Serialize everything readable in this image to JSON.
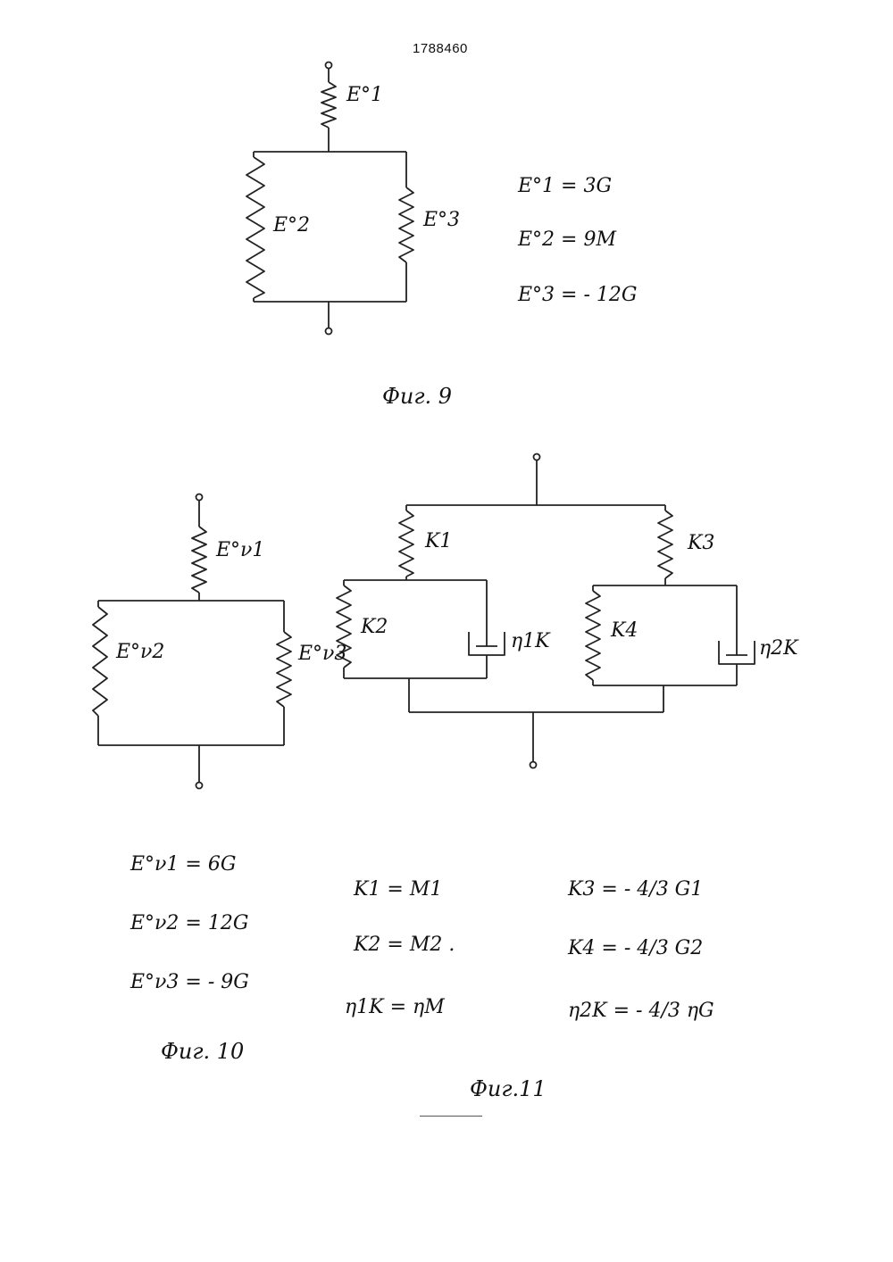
{
  "patent_number": "1788460",
  "fig9": {
    "labels": {
      "e1": "E°1",
      "e2": "E°2",
      "e3": "E°3"
    },
    "equations": [
      "E°1 = 3G",
      "E°2 = 9M",
      "E°3 = - 12G"
    ],
    "caption": "Фиг. 9"
  },
  "fig10": {
    "labels": {
      "ev1": "E°ν1",
      "ev2": "E°ν2",
      "ev3": "E°ν3"
    },
    "equations": [
      "E°ν1 = 6G",
      "E°ν2 = 12G",
      "E°ν3 = - 9G"
    ],
    "caption": "Фиг. 10"
  },
  "fig11": {
    "labels": {
      "k1": "K1",
      "k2": "K2",
      "k3": "K3",
      "k4": "K4",
      "eta1": "η1K",
      "eta2": "η2K"
    },
    "equations_left": [
      "K1 = M1",
      "K2 = M2 .",
      "η1K = ηM"
    ],
    "equations_right": [
      "K3 = - 4/3 G1",
      "K4 = - 4/3 G2",
      "η2K = - 4/3 ηG"
    ],
    "caption": "Фиг.11"
  }
}
